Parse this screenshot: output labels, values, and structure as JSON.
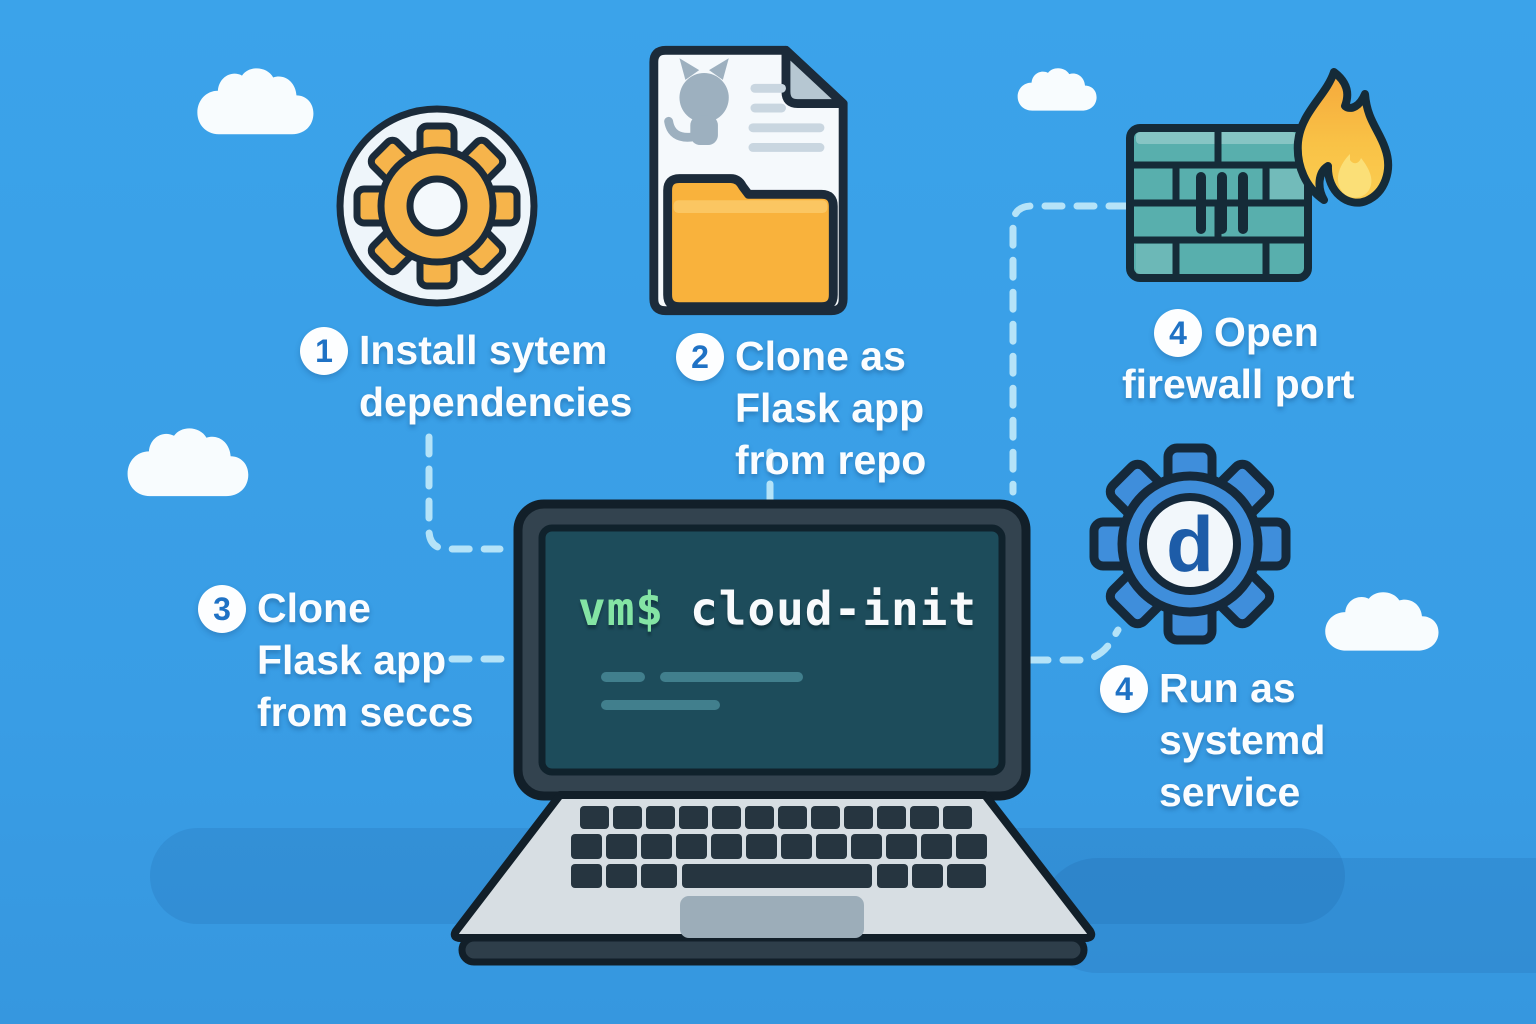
{
  "illustration": {
    "steps": {
      "install": {
        "number": "1",
        "line1": "Install sytem",
        "line2": "dependencies"
      },
      "clone_repo": {
        "number": "2",
        "line1": "Clone as",
        "line2": "Flask app",
        "line3": "from repo"
      },
      "firewall": {
        "number": "4",
        "line1": "Open",
        "line2": "firewall port"
      },
      "clone_secs": {
        "number": "3",
        "line1": "Clone",
        "line2": "Flask app",
        "line3": "from seccs"
      },
      "systemd": {
        "number": "4",
        "line1": "Run as",
        "line2": "systemd",
        "line3": "service"
      }
    },
    "terminal": {
      "prompt": "vm$",
      "command": "cloud-init"
    },
    "gear_letter": "d",
    "colors": {
      "background": "#3AA0E7",
      "gear_orange": "#F6B44B",
      "firewall_teal": "#58AFAD",
      "gear_blue": "#3F8EDB",
      "folder_orange": "#F9B23C",
      "terminal_bg": "#1D4C5B",
      "terminal_green": "#84E4A4",
      "dash_line": "#BCE7F9"
    }
  }
}
